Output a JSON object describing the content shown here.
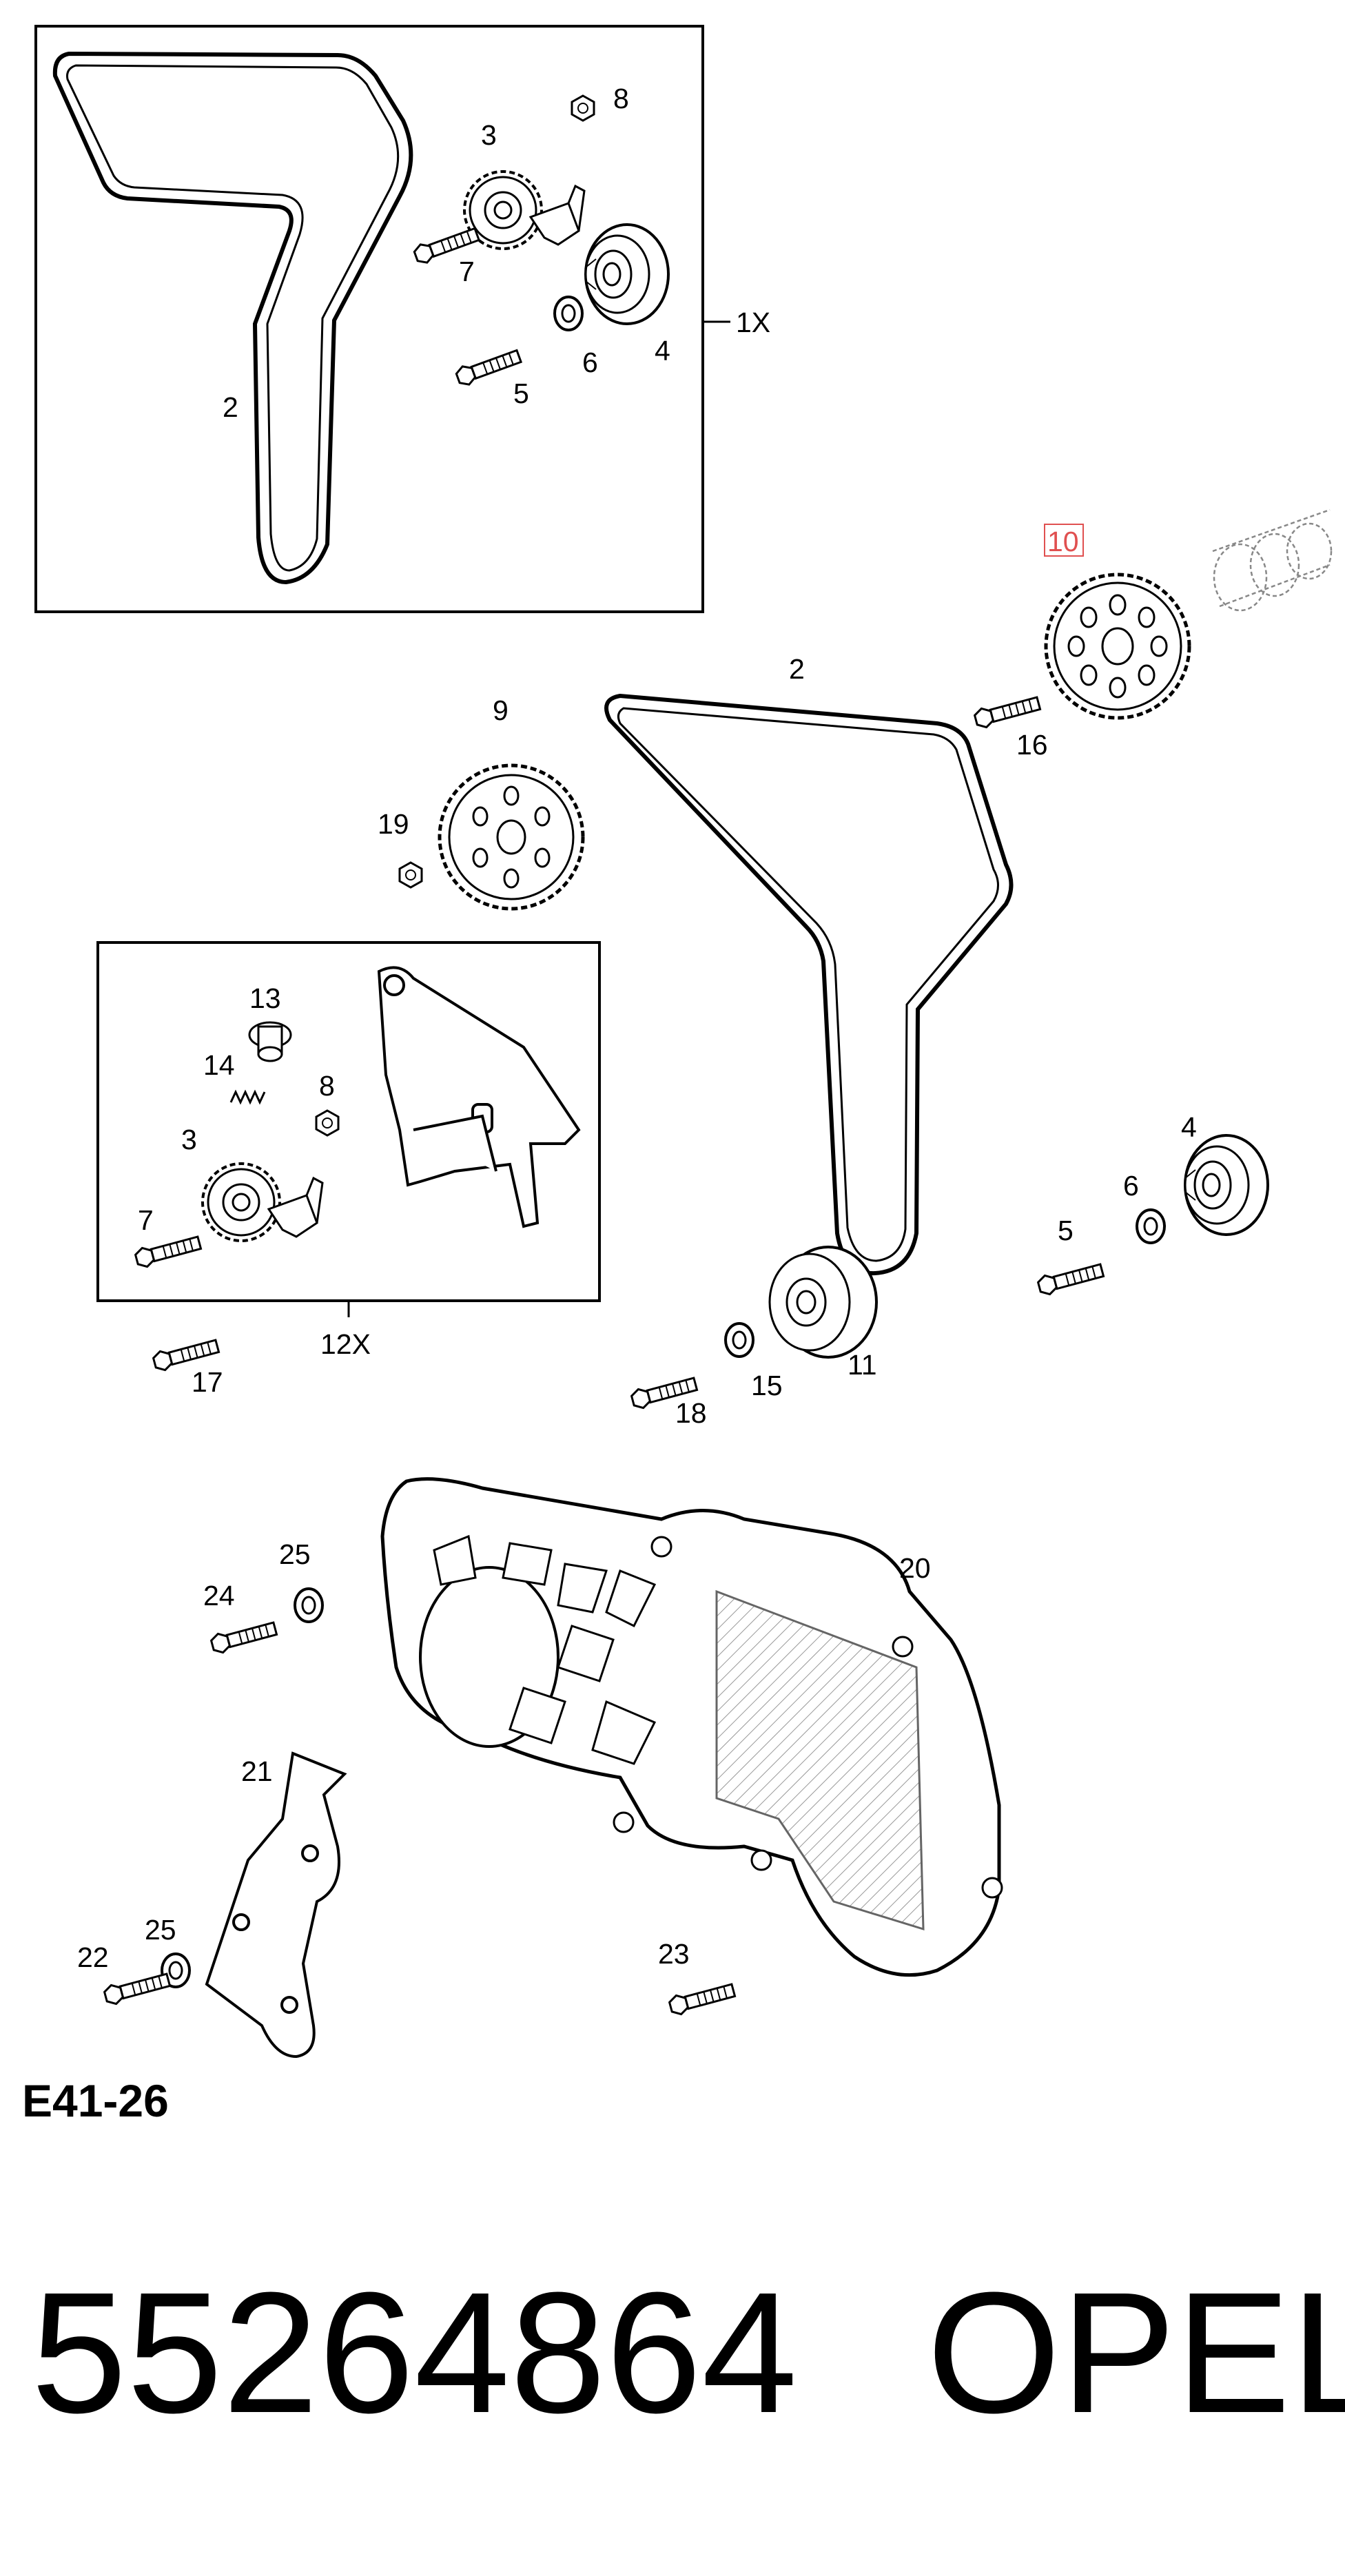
{
  "diagram": {
    "code": "E41-26",
    "group_labels": {
      "box1": "1X",
      "box2": "12X"
    },
    "highlight_color": "#e05050",
    "callouts": [
      {
        "id": "c2a",
        "text": "2"
      },
      {
        "id": "c3a",
        "text": "3"
      },
      {
        "id": "c8a",
        "text": "8"
      },
      {
        "id": "c7a",
        "text": "7"
      },
      {
        "id": "c6a",
        "text": "6"
      },
      {
        "id": "c4a",
        "text": "4"
      },
      {
        "id": "c5a",
        "text": "5"
      },
      {
        "id": "c10",
        "text": "10",
        "highlighted": true
      },
      {
        "id": "c2b",
        "text": "2"
      },
      {
        "id": "c9",
        "text": "9"
      },
      {
        "id": "c16",
        "text": "16"
      },
      {
        "id": "c19",
        "text": "19"
      },
      {
        "id": "c13",
        "text": "13"
      },
      {
        "id": "c14",
        "text": "14"
      },
      {
        "id": "c8b",
        "text": "8"
      },
      {
        "id": "c3b",
        "text": "3"
      },
      {
        "id": "c7b",
        "text": "7"
      },
      {
        "id": "c4b",
        "text": "4"
      },
      {
        "id": "c6b",
        "text": "6"
      },
      {
        "id": "c5b",
        "text": "5"
      },
      {
        "id": "c11",
        "text": "11"
      },
      {
        "id": "c15",
        "text": "15"
      },
      {
        "id": "c18",
        "text": "18"
      },
      {
        "id": "c17",
        "text": "17"
      },
      {
        "id": "c20",
        "text": "20"
      },
      {
        "id": "c25a",
        "text": "25"
      },
      {
        "id": "c24",
        "text": "24"
      },
      {
        "id": "c21",
        "text": "21"
      },
      {
        "id": "c25b",
        "text": "25"
      },
      {
        "id": "c22",
        "text": "22"
      },
      {
        "id": "c23",
        "text": "23"
      }
    ]
  },
  "footer": {
    "part_number": "55264864",
    "brand": "OPEL"
  }
}
